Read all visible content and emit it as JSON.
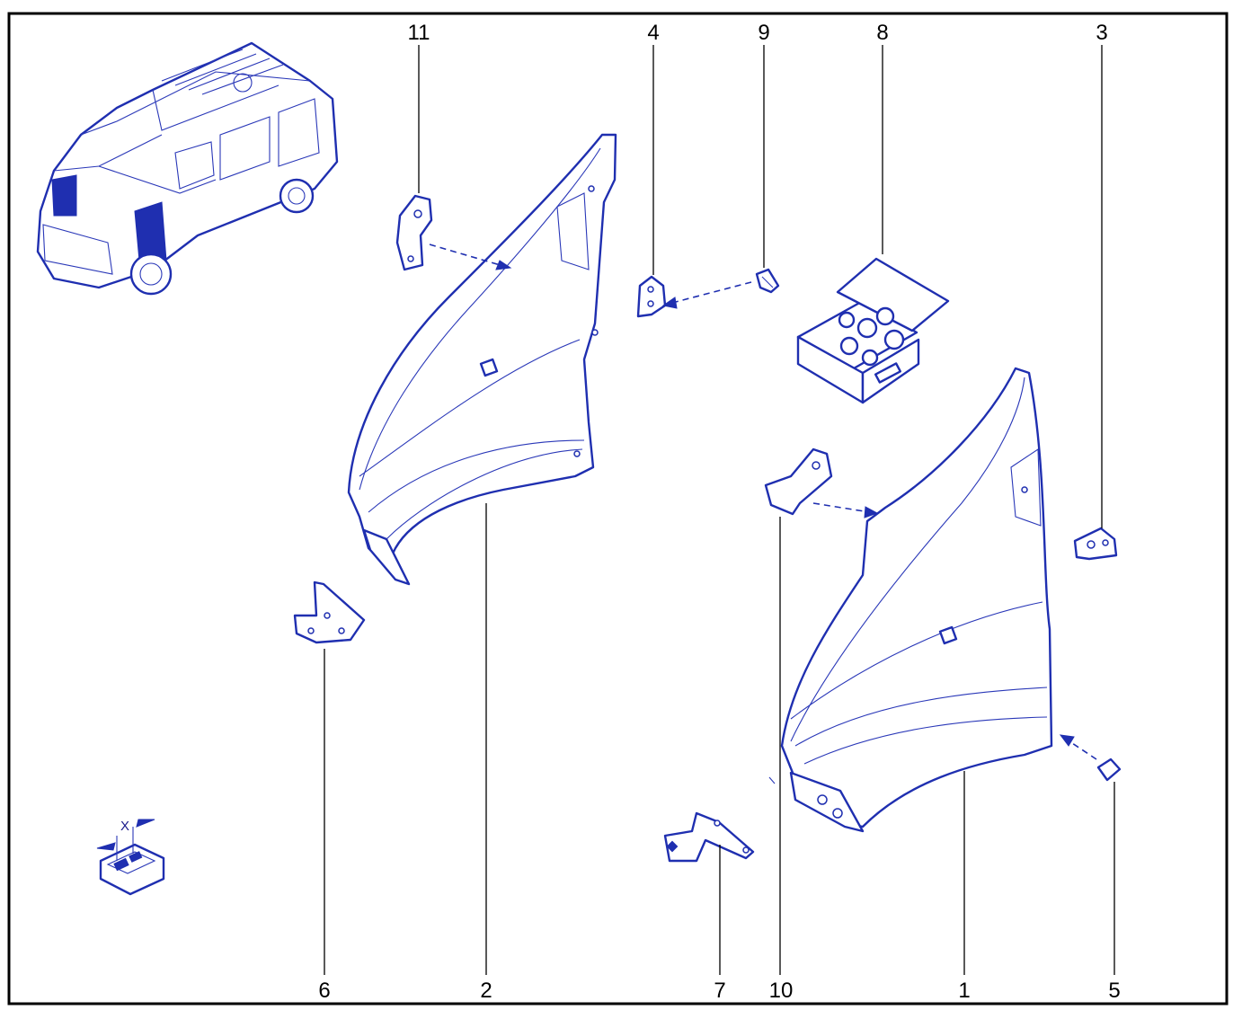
{
  "callouts": [
    {
      "id": "1",
      "label": "1"
    },
    {
      "id": "2",
      "label": "2"
    },
    {
      "id": "3",
      "label": "3"
    },
    {
      "id": "4",
      "label": "4"
    },
    {
      "id": "5",
      "label": "5"
    },
    {
      "id": "6",
      "label": "6"
    },
    {
      "id": "7",
      "label": "7"
    },
    {
      "id": "8",
      "label": "8"
    },
    {
      "id": "9",
      "label": "9"
    },
    {
      "id": "10",
      "label": "10"
    },
    {
      "id": "11",
      "label": "11"
    }
  ],
  "clip_detail": {
    "dimension_label": "X"
  },
  "colors": {
    "line_art": "#1f2fb0",
    "frame": "#000000",
    "background": "#ffffff"
  }
}
